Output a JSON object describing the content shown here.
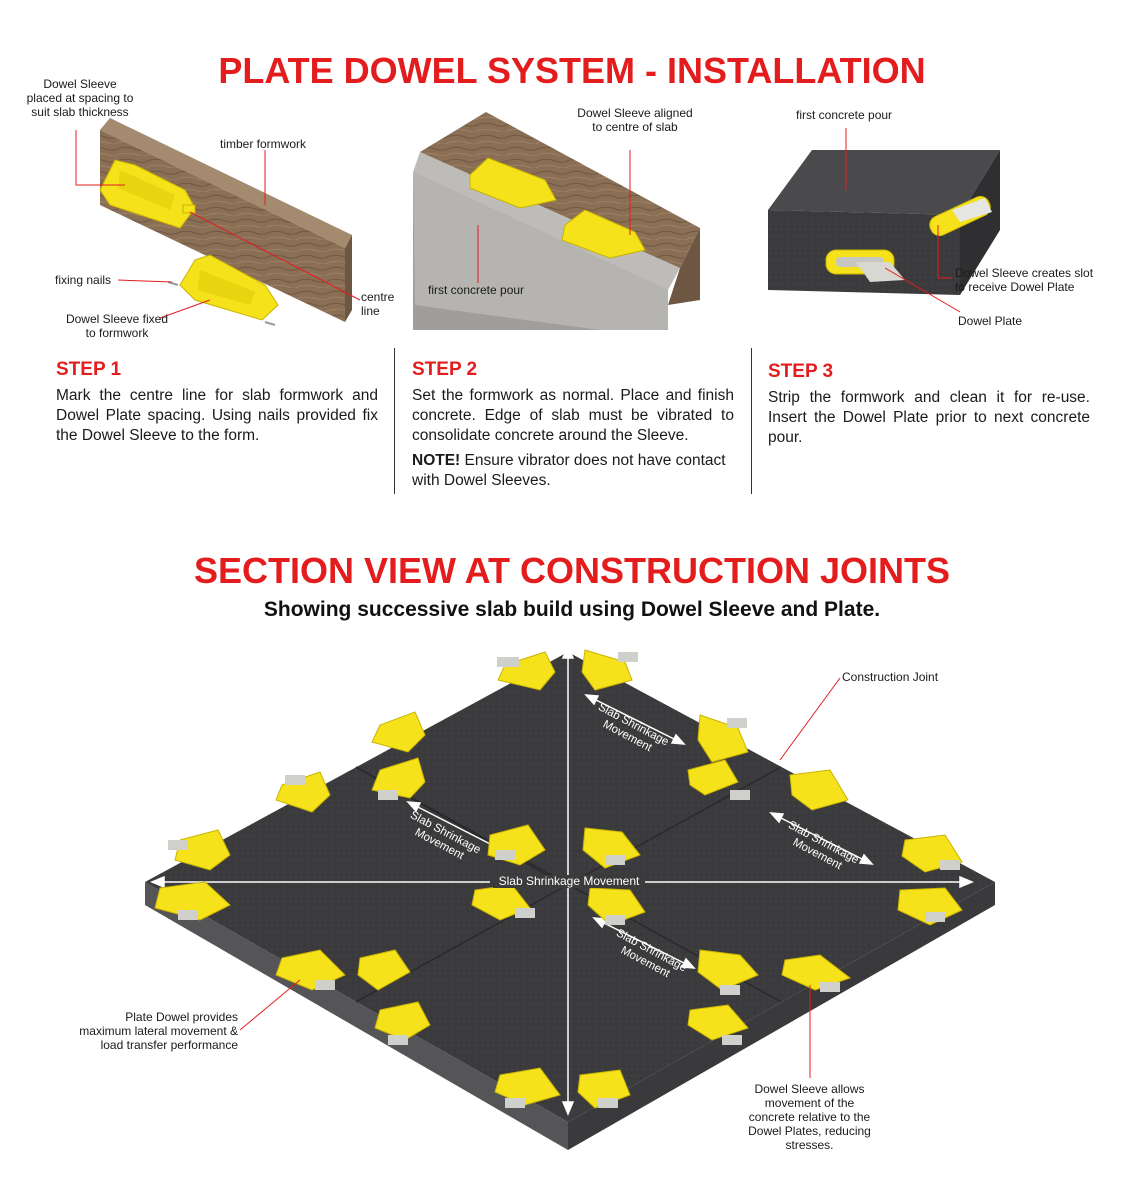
{
  "header": {
    "title": "PLATE DOWEL SYSTEM - INSTALLATION"
  },
  "fig1": {
    "label_sleeve_spacing": "Dowel Sleeve placed at spacing to suit slab thickness",
    "label_timber": "timber formwork",
    "label_nails": "fixing nails",
    "label_fixed": "Dowel Sleeve fixed to formwork",
    "label_centre": "centre line"
  },
  "fig2": {
    "label_aligned": "Dowel Sleeve aligned to centre of slab",
    "label_pour": "first concrete pour"
  },
  "fig3": {
    "label_pour": "first concrete pour",
    "label_slot": "Dowel Sleeve creates slot to receive Dowel Plate",
    "label_plate": "Dowel Plate"
  },
  "steps": [
    {
      "heading": "STEP 1",
      "text": "Mark the centre line for slab formwork and Dowel Plate spacing. Using nails provided fix the Dowel Sleeve to the form."
    },
    {
      "heading": "STEP 2",
      "text": "Set the formwork as normal. Place and finish concrete. Edge of slab must be vibrated to consolidate concrete around the Sleeve.",
      "note_bold": "NOTE!",
      "note_text": " Ensure vibrator does not have contact with Dowel Sleeves."
    },
    {
      "heading": "STEP 3",
      "text": "Strip the formwork and clean it for re-use. Insert the Dowel Plate prior to next concrete pour."
    }
  ],
  "section": {
    "title": "SECTION VIEW AT CONSTRUCTION JOINTS",
    "subtitle": "Showing successive slab build using Dowel Sleeve and Plate.",
    "label_joint": "Construction Joint",
    "label_movement": "Slab Shrinkage Movement",
    "label_shrink_1": "Slab Shrinkage Movement",
    "label_shrink_2": "Slab Shrinkage Movement",
    "label_shrink_3": "Slab Shrinkage Movement",
    "label_shrink_4": "Slab Shrinkage Movement",
    "label_plate_dowel": "Plate Dowel provides maximum lateral movement & load transfer performance",
    "label_sleeve_allows": "Dowel Sleeve allows movement of the concrete relative to the Dowel Plates, reducing stresses."
  },
  "colors": {
    "accent": "#e31d1d",
    "sleeve": "#f5e21b",
    "concrete": "#3b3b3d",
    "timber": "#8a6f55"
  }
}
